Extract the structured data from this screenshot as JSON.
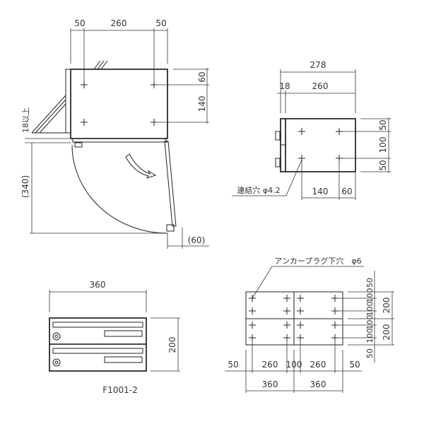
{
  "top_view": {
    "dims_top": [
      "50",
      "260",
      "50"
    ],
    "dims_right": [
      "60",
      "140"
    ],
    "clearance_label": "18以上",
    "depth_label": "(340)",
    "door_offset_label": "(60)"
  },
  "side_view": {
    "overall_width": "278",
    "front_thickness": "18",
    "body_depth": "260",
    "dims_right": [
      "50",
      "100",
      "50"
    ],
    "dims_bottom": [
      "140",
      "60"
    ],
    "hole_callout": "連結穴 φ4.2"
  },
  "front_view": {
    "width": "360",
    "height": "200",
    "model": "F1001-2"
  },
  "back_view": {
    "anchor_callout": "アンカープラグ下穴　φ6",
    "dims_right_inner": [
      "50",
      "100",
      "100",
      "100",
      "100",
      "50"
    ],
    "dims_right_outer": [
      "200",
      "200"
    ],
    "dims_bottom_inner": [
      "50",
      "260",
      "100",
      "260",
      "50"
    ],
    "dims_bottom_outer": [
      "360",
      "360"
    ]
  }
}
